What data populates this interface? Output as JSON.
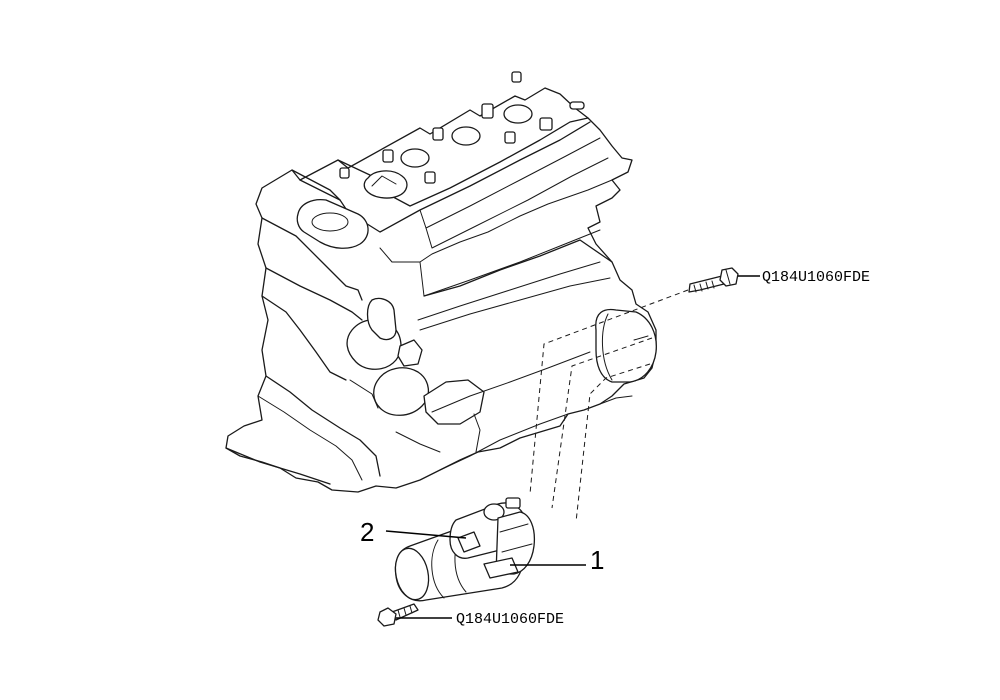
{
  "callouts": [
    {
      "number": "1",
      "part": "starter-motor"
    },
    {
      "number": "2",
      "part": "starter-solenoid-connector"
    }
  ],
  "part_codes": {
    "upper_bolt": "Q184U1060FDE",
    "lower_bolt": "Q184U1060FDE"
  },
  "colors": {
    "line": "#1a1a1a",
    "background": "#ffffff"
  }
}
